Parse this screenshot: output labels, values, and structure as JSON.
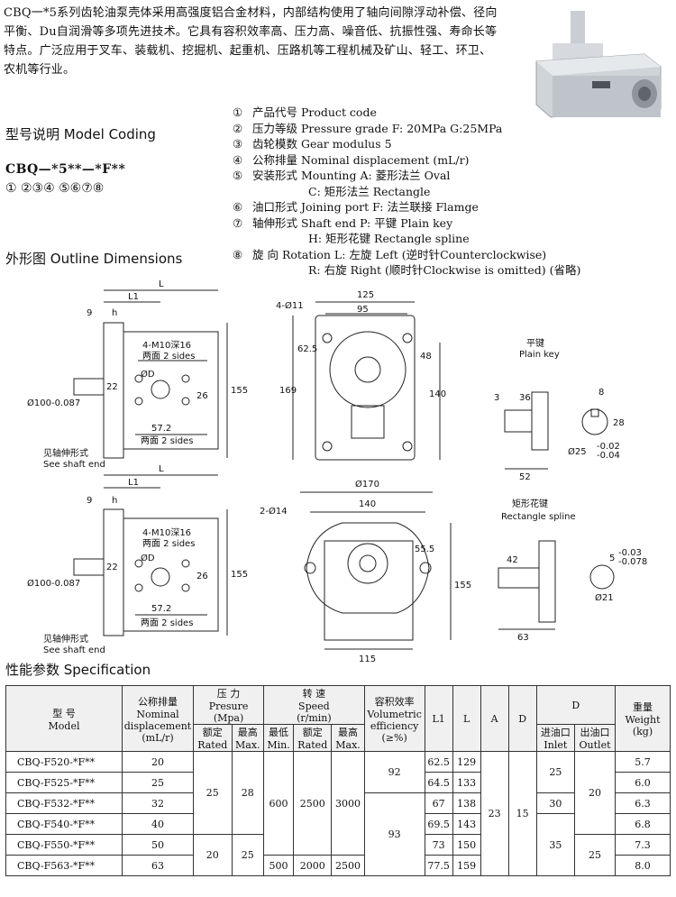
{
  "intro": {
    "text": "CBQ一*5系列齿轮油泵壳体采用高强度铝合金材料，内部结构使用了轴向间隙浮动补偿、径向平衡、Du自润滑等多项先进技术。它具有容积效率高、压力高、噪音低、抗振性强、寿命长等特点。广泛应用于叉车、装载机、挖掘机、起重机、压路机等工程机械及矿山、轻工、环卫、农机等行业。"
  },
  "model_coding": {
    "title": "型号说明  Model Coding",
    "code": "CBQ—*5**—*F**",
    "numbers": "①   ②③④   ⑤⑥⑦⑧",
    "items": [
      {
        "num": "①",
        "text": "产品代号 Product code"
      },
      {
        "num": "②",
        "text": "压力等级 Pressure grade F: 20MPa G:25MPa"
      },
      {
        "num": "③",
        "text": "齿轮模数 Gear modulus 5"
      },
      {
        "num": "④",
        "text": "公称排量 Nominal displacement (mL/r)"
      },
      {
        "num": "⑤",
        "text": "安装形式 Mounting A: 菱形法兰 Oval"
      },
      {
        "num": "",
        "text": "C: 矩形法兰 Rectangle"
      },
      {
        "num": "⑥",
        "text": "油口形式 Joining port F: 法兰联接 Flamge"
      },
      {
        "num": "⑦",
        "text": "轴伸形式 Shaft end P: 平键 Plain key"
      },
      {
        "num": "",
        "text": "H: 矩形花键 Rectangle spline"
      },
      {
        "num": "⑧",
        "text": "旋      向 Rotation L: 左旋 Left (逆时针Counterclockwise)"
      },
      {
        "num": "",
        "text": "R: 右旋 Right (顺时针Clockwise is omitted) (省略)"
      }
    ]
  },
  "outline": {
    "title": "外形图  Outline Dimensions",
    "labels": {
      "L": "L",
      "L1": "L1",
      "d9": "9",
      "h": "h",
      "thread": "4-M10深16",
      "sides1": "两面 2 sides",
      "phiD": "ØD",
      "d22": "22",
      "d26": "26",
      "d155": "155",
      "d57": "57.2",
      "sides2": "两面 2 sides",
      "phi100": "Ø100-0.087",
      "shaft_cn": "见轴伸形式",
      "shaft_en": "See shaft end",
      "d4phi11": "4-Ø11",
      "d125": "125",
      "d95": "95",
      "d62": "62.5",
      "d48": "48",
      "d169": "169",
      "d140": "140",
      "phi170": "Ø170",
      "d2phi14": "2-Ø14",
      "d55": "55.5",
      "d115": "115",
      "plain_cn": "平键",
      "plain_en": "Plain key",
      "d3": "3",
      "d36": "36",
      "d8": "8",
      "d28": "28",
      "phi25": "Ø25",
      "tol1": "-0.02",
      "tol2": "-0.04",
      "d52": "52",
      "spline_cn": "矩形花键",
      "spline_en": "Rectangle spline",
      "d42": "42",
      "d5": "5",
      "tol3": "-0.03",
      "tol4": "-0.078",
      "phi21": "Ø21",
      "d63": "63"
    }
  },
  "spec": {
    "title": "性能参数  Specification",
    "headers": {
      "model_cn": "型    号",
      "model_en": "Model",
      "disp_cn": "公称排量",
      "disp_en": "Nominal displacement",
      "disp_unit": "(mL/r)",
      "press_cn": "压    力",
      "press_en": "Presure",
      "press_unit": "(Mpa)",
      "rated_cn": "额定",
      "rated_en": "Rated",
      "max_cn": "最高",
      "max_en": "Max.",
      "speed_cn": "转    速",
      "speed_en": "Speed",
      "speed_unit": "(r/min)",
      "min_cn": "最低",
      "min_en": "Min.",
      "eff_cn": "容积效率",
      "eff_en": "Volumetric efficiency",
      "eff_unit": "(≥%)",
      "L1": "L1",
      "L": "L",
      "A": "A",
      "D": "D",
      "Dd": "D",
      "inlet_cn": "进油口",
      "inlet_en": "Inlet",
      "outlet_cn": "出油口",
      "outlet_en": "Outlet",
      "weight_cn": "重量",
      "weight_en": "Weight",
      "weight_unit": "(kg)"
    },
    "rows": [
      {
        "model": "CBQ-F520-*F**",
        "disp": "20",
        "l1": "62.5",
        "l": "129",
        "weight": "5.7"
      },
      {
        "model": "CBQ-F525-*F**",
        "disp": "25",
        "l1": "64.5",
        "l": "133",
        "weight": "6.0"
      },
      {
        "model": "CBQ-F532-*F**",
        "disp": "32",
        "l1": "67",
        "l": "138",
        "weight": "6.3"
      },
      {
        "model": "CBQ-F540-*F**",
        "disp": "40",
        "l1": "69.5",
        "l": "143",
        "weight": "6.8"
      },
      {
        "model": "CBQ-F550-*F**",
        "disp": "50",
        "l1": "73",
        "l": "150",
        "weight": "7.3"
      },
      {
        "model": "CBQ-F563-*F**",
        "disp": "63",
        "l1": "77.5",
        "l": "159",
        "weight": "8.0"
      }
    ],
    "merged": {
      "rated_a": "25",
      "max_a": "28",
      "rated_b": "20",
      "max_b": "25",
      "min_a": "600",
      "rated_speed_a": "2500",
      "max_speed_a": "3000",
      "min_b": "500",
      "rated_speed_b": "2000",
      "max_speed_b": "2500",
      "eff_a": "92",
      "eff_b": "93",
      "A": "23",
      "D": "15",
      "inlet_a": "25",
      "inlet_b": "30",
      "inlet_c": "35",
      "outlet_a": "20",
      "outlet_b": "25"
    }
  }
}
